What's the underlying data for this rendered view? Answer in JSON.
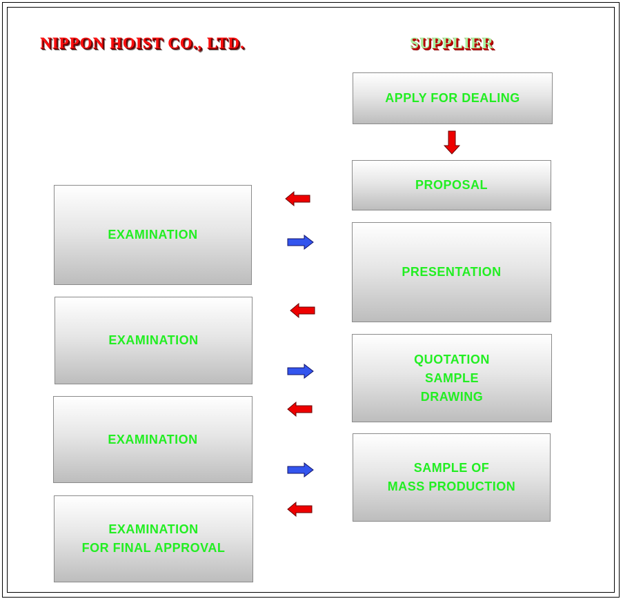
{
  "headings": {
    "company": "NIPPON  HOIST  CO., LTD.",
    "supplier": "SUPPLIER"
  },
  "supplier_steps": [
    "APPLY FOR DEALING",
    "PROPOSAL",
    "PRESENTATION",
    "QUOTATION\nSAMPLE\nDRAWING",
    "SAMPLE OF\nMASS PRODUCTION"
  ],
  "company_steps": [
    "EXAMINATION",
    "EXAMINATION",
    "EXAMINATION",
    "EXAMINATION\nFOR FINAL APPROVAL"
  ],
  "colors": {
    "text_green": "#22ee22",
    "arrow_red": "#ee0000",
    "arrow_blue": "#3355ee"
  },
  "arrows": [
    {
      "from": "supplier_steps.0",
      "to": "supplier_steps.1",
      "color": "red",
      "direction": "down"
    },
    {
      "from": "supplier_steps.1",
      "to": "company_steps.0",
      "color": "red",
      "direction": "left"
    },
    {
      "from": "company_steps.0",
      "to": "supplier_steps.2",
      "color": "blue",
      "direction": "right"
    },
    {
      "from": "supplier_steps.2",
      "to": "company_steps.1",
      "color": "red",
      "direction": "left"
    },
    {
      "from": "company_steps.1",
      "to": "supplier_steps.3",
      "color": "blue",
      "direction": "right"
    },
    {
      "from": "supplier_steps.3",
      "to": "company_steps.2",
      "color": "red",
      "direction": "left"
    },
    {
      "from": "company_steps.2",
      "to": "supplier_steps.4",
      "color": "blue",
      "direction": "right"
    },
    {
      "from": "supplier_steps.4",
      "to": "company_steps.3",
      "color": "red",
      "direction": "left"
    }
  ]
}
